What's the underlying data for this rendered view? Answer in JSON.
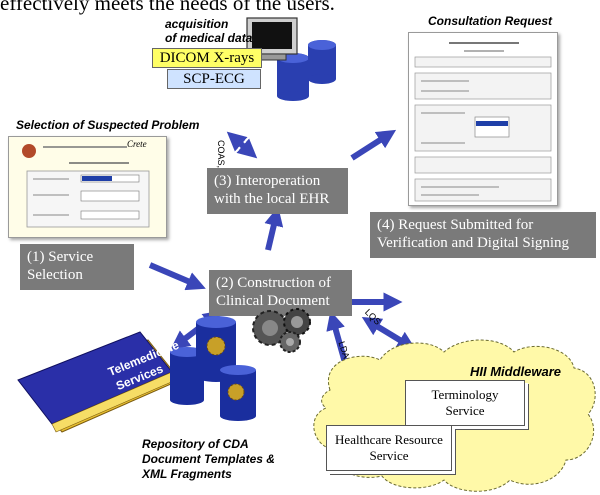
{
  "top_text": "effectively meets the needs of the users.",
  "acquisition": {
    "title_line1": "acquisition",
    "title_line2": "of medical data",
    "dicom": "DICOM X-rays",
    "ecg": "SCP-ECG"
  },
  "consultation": {
    "caption": "Consultation Request"
  },
  "selection": {
    "caption": "Selection of Suspected Problem",
    "logo_text": "Crete"
  },
  "links": {
    "corba": "COAS, JDBC",
    "lqs": "LQS",
    "ldap": "LDAP"
  },
  "steps": {
    "s1": {
      "line1": "(1) Service",
      "line2": "Selection"
    },
    "s2": {
      "line1": "(2) Construction of",
      "line2": "Clinical Document"
    },
    "s3": {
      "line1": "(3) Interoperation",
      "line2": "with the local EHR"
    },
    "s4": {
      "line1": "(4) Request Submitted for",
      "line2": "Verification and Digital Signing"
    }
  },
  "repository": {
    "book_line1": "Telemedicine",
    "book_line2": "Services",
    "caption_line1": "Repository of  CDA",
    "caption_line2": "Document Templates &",
    "caption_line3": "XML Fragments"
  },
  "middleware": {
    "title": "HII Middleware",
    "terminology_line1": "Terminology",
    "terminology_line2": "Service",
    "healthcare_line1": "Healthcare Resource",
    "healthcare_line2": "Service"
  },
  "colors": {
    "arrow": "#3a46b8",
    "step_box": "#7a7a7a",
    "cloud": "#fff9a8",
    "cylinder": "#2a3fb0",
    "book": "#2a2fa8"
  }
}
